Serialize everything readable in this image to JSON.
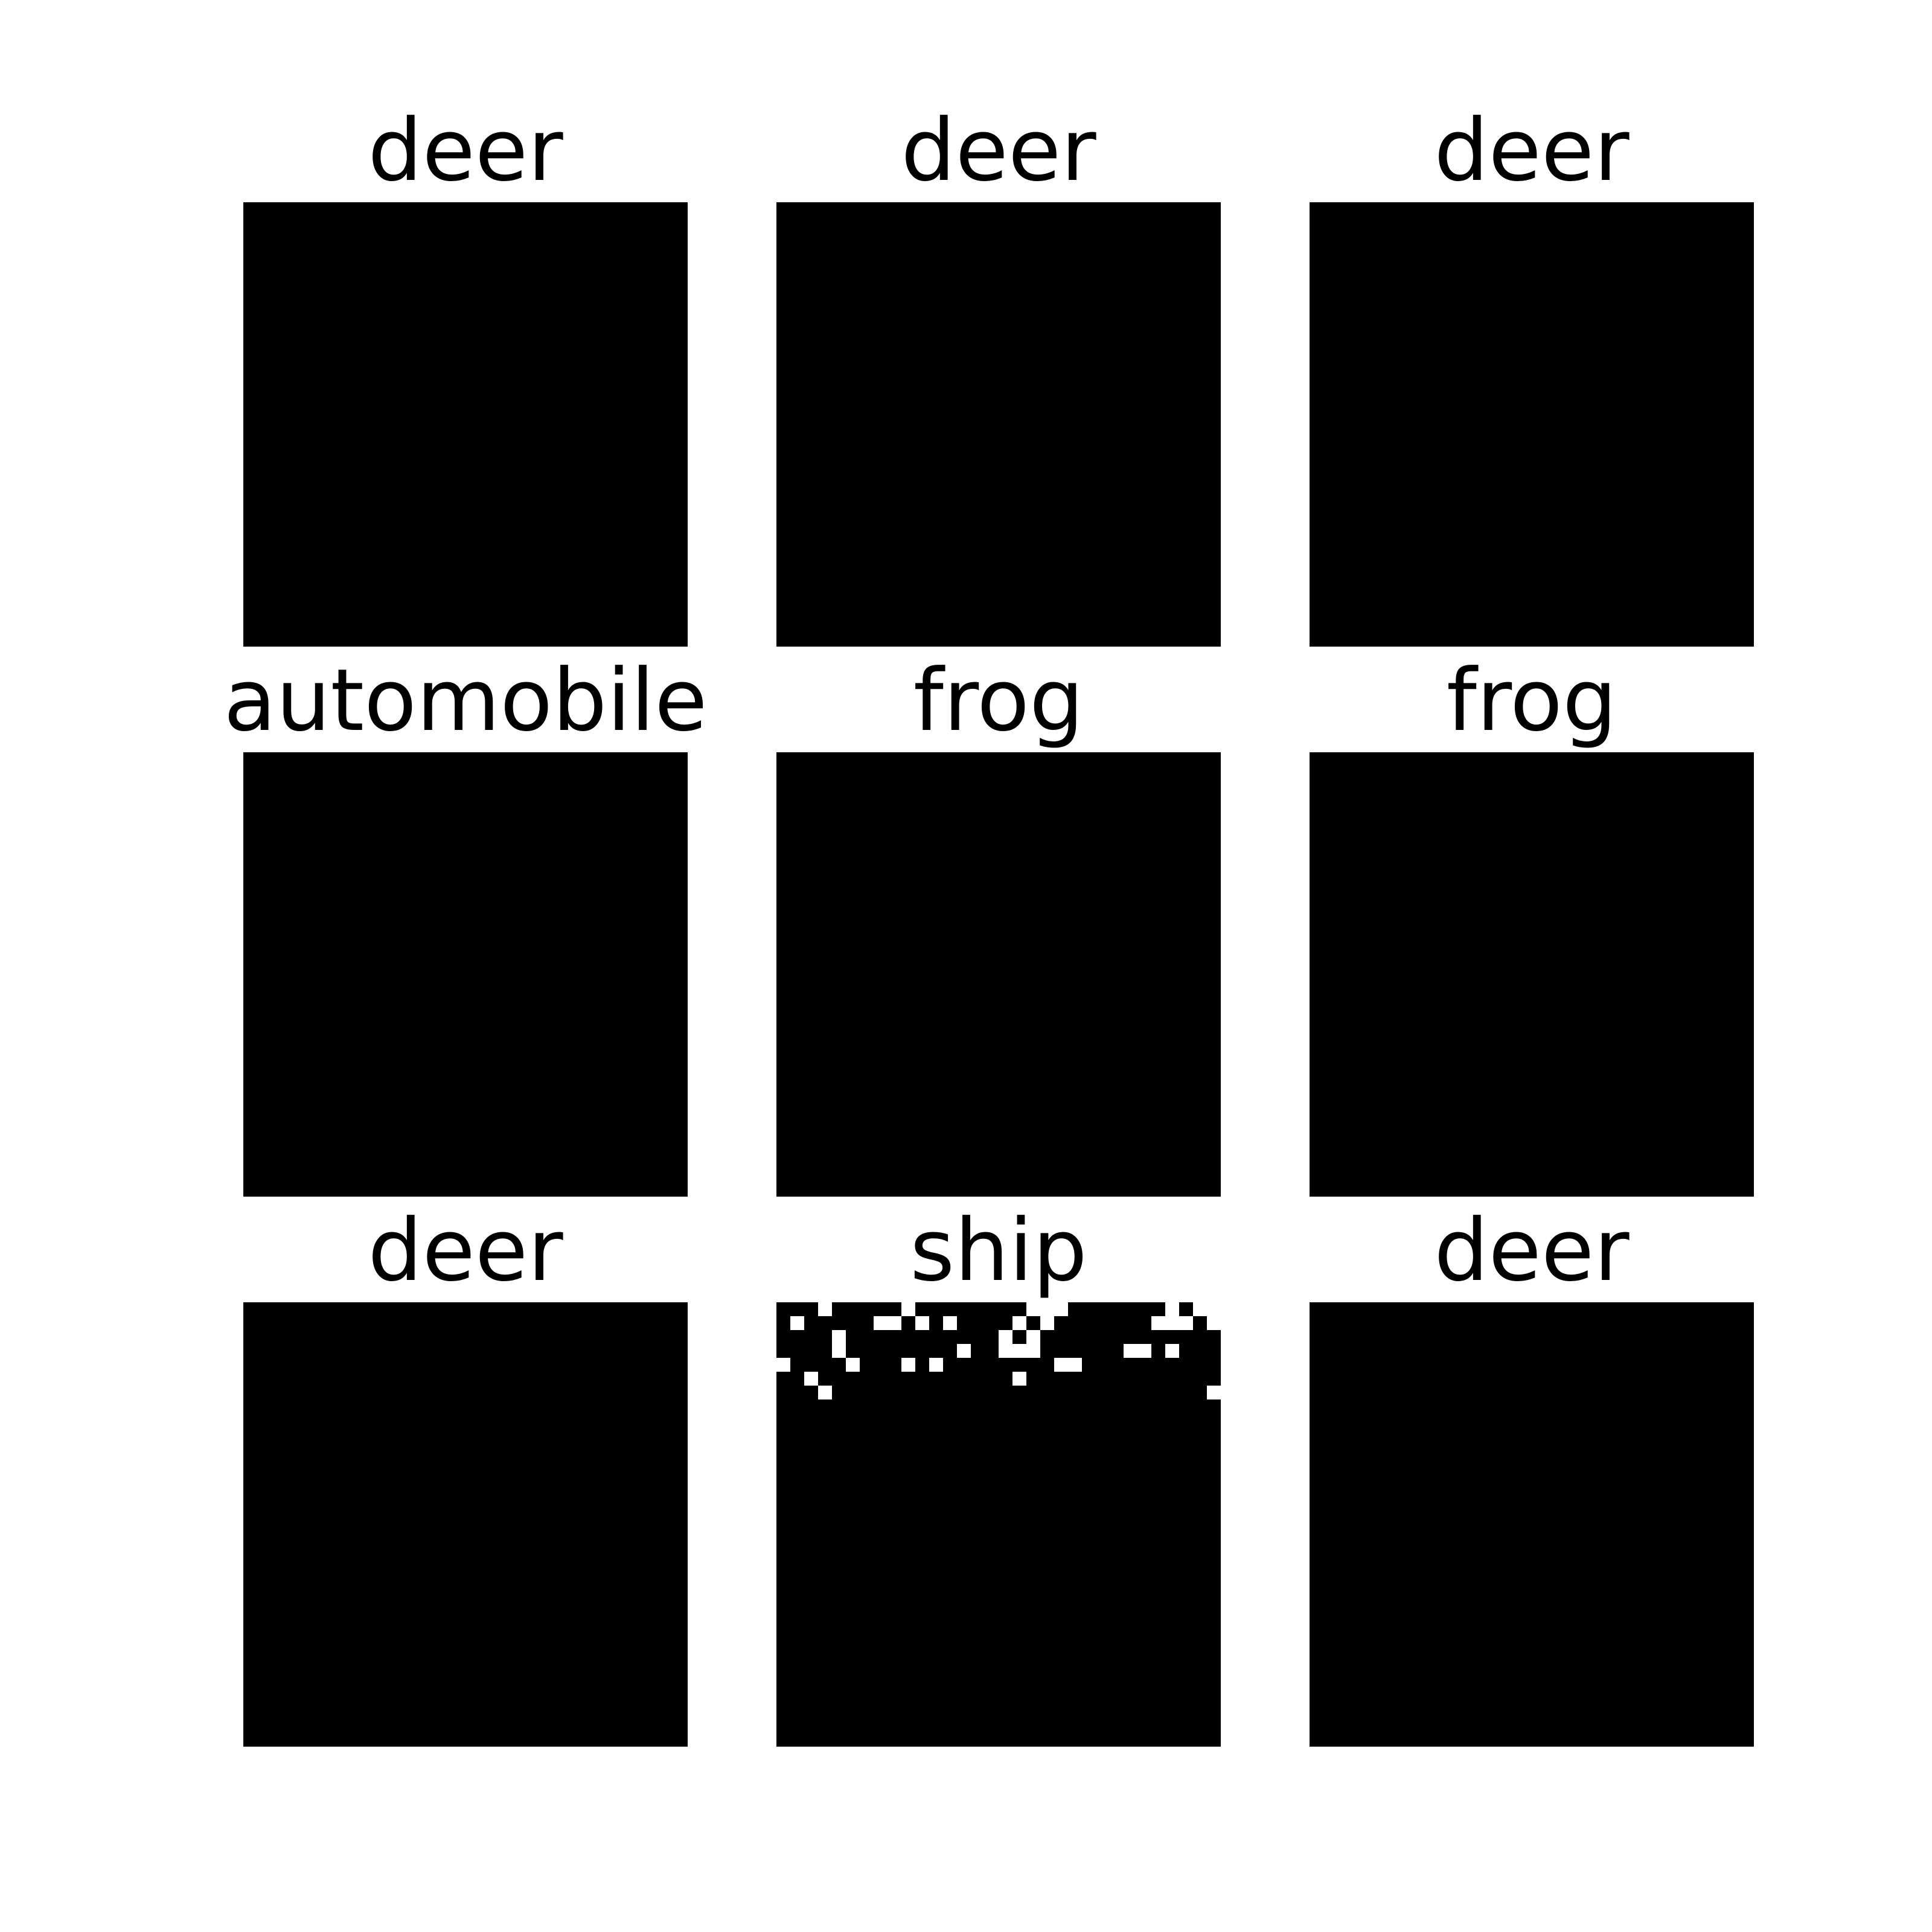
{
  "figure": {
    "columns": 3,
    "rows": 3,
    "pixelation": "32x32 upscaled",
    "images": [
      {
        "label": "deer",
        "palette": [
          "#8c8c86",
          "#6e9a7c",
          "#4a443f",
          "#c9c0b5",
          "#7a6f68"
        ]
      },
      {
        "label": "deer",
        "palette": [
          "#d8d0bd",
          "#bfc0a6",
          "#2e2621",
          "#a3a58a",
          "#e6ddc9"
        ]
      },
      {
        "label": "deer",
        "palette": [
          "#d9e46a",
          "#1f1a17",
          "#8fc24a",
          "#e0a93a",
          "#4d3a2c"
        ]
      },
      {
        "label": "automobile",
        "palette": [
          "#7c7a78",
          "#e8eaea",
          "#cf2b22",
          "#2b2a2a",
          "#b9bfc3"
        ]
      },
      {
        "label": "frog",
        "palette": [
          "#8fbf6a",
          "#d9e07a",
          "#3b3526",
          "#6fae57",
          "#b8c487"
        ]
      },
      {
        "label": "frog",
        "palette": [
          "#8d8a7b",
          "#5a5344",
          "#a7a891",
          "#6b7256",
          "#c5b8a2"
        ]
      },
      {
        "label": "deer",
        "palette": [
          "#a49a88",
          "#6f6a5e",
          "#c7a98b",
          "#71b8c8",
          "#3f3b36"
        ]
      },
      {
        "label": "ship",
        "palette": [
          "#f4f4f6",
          "#d46a76",
          "#4f63b3",
          "#3d3b3e",
          "#c7a089"
        ]
      },
      {
        "label": "deer",
        "palette": [
          "#a9a79b",
          "#6c6a62",
          "#e7dfc9",
          "#2d2a27",
          "#cfcfbf"
        ]
      }
    ]
  }
}
